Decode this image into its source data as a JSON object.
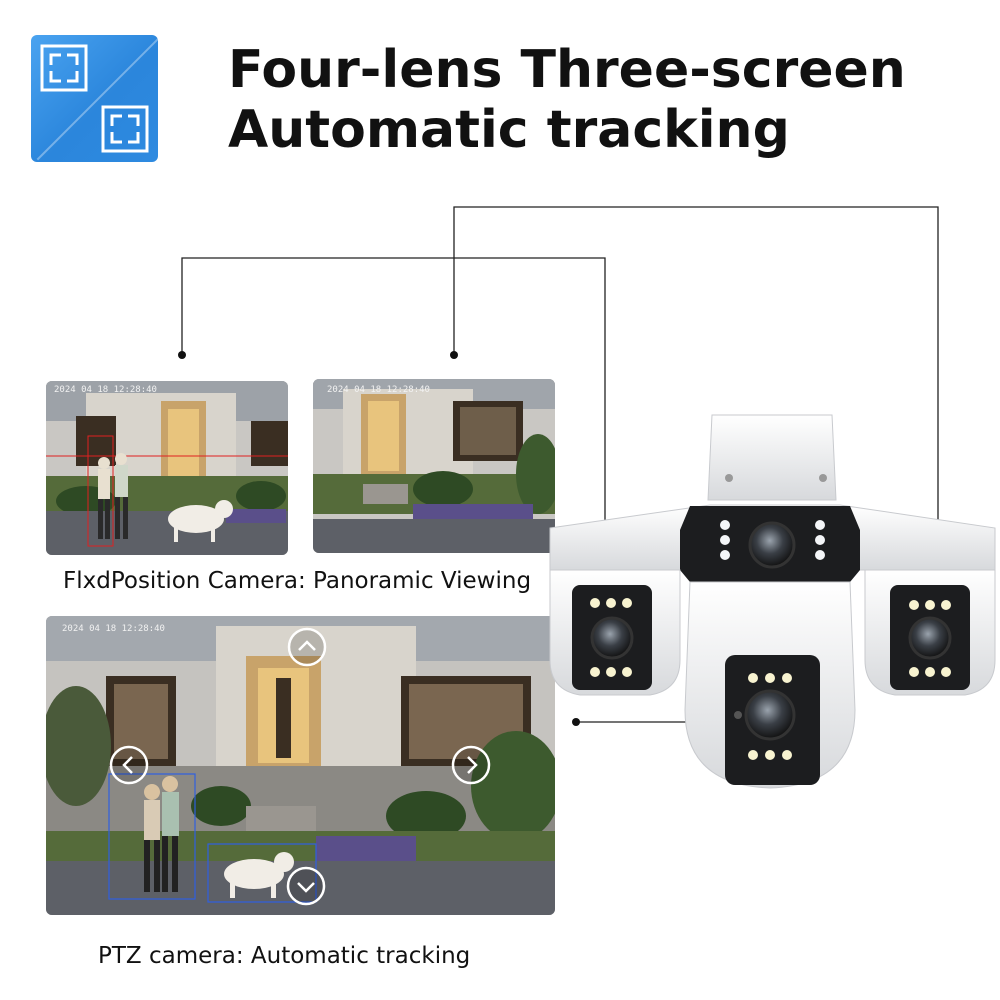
{
  "title": {
    "line1": "Four-lens Three-screen",
    "line2": "Automatic tracking"
  },
  "icons": {
    "logo": "split-screen-frames-icon",
    "ptz_up": "chevron-up-icon",
    "ptz_down": "chevron-down-icon",
    "ptz_left": "chevron-left-icon",
    "ptz_right": "chevron-right-icon"
  },
  "screens": {
    "fixed_left_timestamp": "2024 04 18 12:28:40",
    "fixed_right_timestamp": "2024 04 18 12:28:40",
    "ptz_timestamp": "2024 04 18 12:28:40"
  },
  "captions": {
    "fixed": "FlxdPosition Camera: Panoramic Viewing",
    "ptz": "PTZ camera: Automatic tracking"
  },
  "colors": {
    "accent_blue": "#2b86dc",
    "tracking_red": "#e02020",
    "tracking_blue": "#2f5fe0"
  }
}
